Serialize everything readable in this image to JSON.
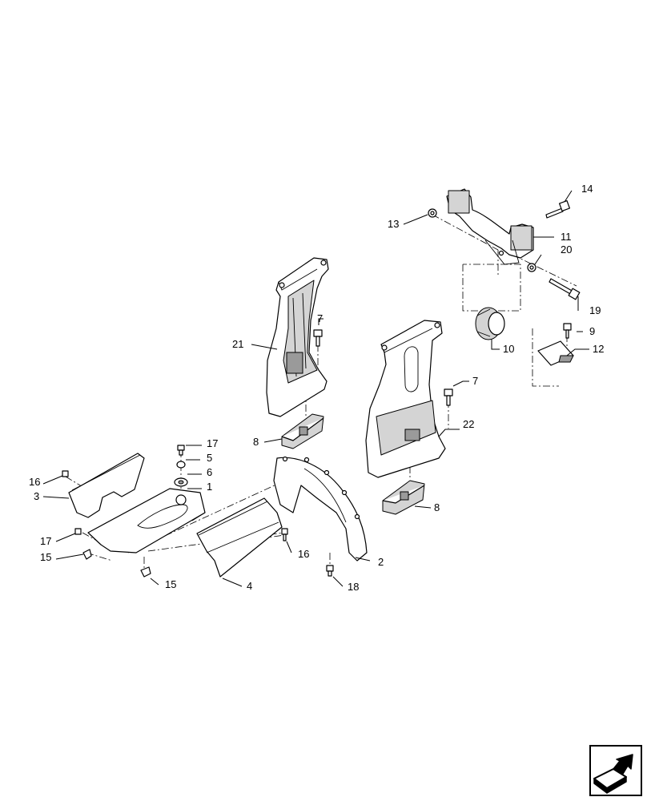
{
  "diagram": {
    "callouts": {
      "c1": "1",
      "c2": "2",
      "c3": "3",
      "c4": "4",
      "c5": "5",
      "c6": "6",
      "c7a": "7",
      "c7b": "7",
      "c8a": "8",
      "c8b": "8",
      "c9": "9",
      "c10": "10",
      "c11": "11",
      "c12": "12",
      "c13": "13",
      "c14": "14",
      "c15a": "15",
      "c15b": "15",
      "c16a": "16",
      "c16b": "16",
      "c17a": "17",
      "c17b": "17",
      "c18": "18",
      "c19": "19",
      "c20": "20",
      "c21": "21",
      "c22": "22"
    },
    "nav_icon": "next-page-arrow-icon"
  }
}
